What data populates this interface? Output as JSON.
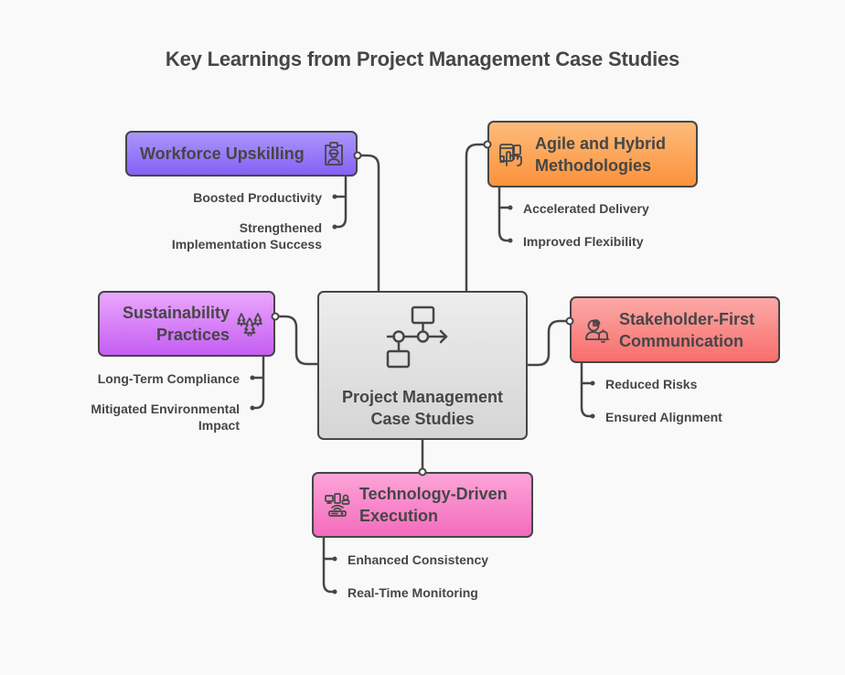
{
  "title": "Key Learnings from Project Management Case Studies",
  "center": {
    "label": "Project Management Case Studies",
    "label_line1": "Project Management",
    "label_line2": "Case Studies",
    "icon": "process-flow-icon",
    "color": "#dedede"
  },
  "branches": [
    {
      "id": "workforce",
      "label_line1": "Workforce Upskilling",
      "label_line2": "",
      "icon": "worker-badge-icon",
      "color_top": "#ab95fb",
      "color_bottom": "#8661f5",
      "items": [
        "Boosted Productivity",
        "Strengthened Implementation Success"
      ],
      "items_display": [
        [
          "Boosted Productivity"
        ],
        [
          "Strengthened",
          "Implementation Success"
        ]
      ]
    },
    {
      "id": "agile",
      "label_line1": "Agile and Hybrid",
      "label_line2": "Methodologies",
      "icon": "devices-hand-icon",
      "color_top": "#fdbb7a",
      "color_bottom": "#fb923c",
      "items": [
        "Accelerated Delivery",
        "Improved Flexibility"
      ]
    },
    {
      "id": "sustainability",
      "label_line1": "Sustainability",
      "label_line2": "Practices",
      "icon": "trees-icon",
      "color_top": "#eba7fc",
      "color_bottom": "#c45ef3",
      "items": [
        "Long-Term Compliance",
        "Mitigated Environmental Impact"
      ],
      "items_display": [
        [
          "Long-Term Compliance"
        ],
        [
          "Mitigated Environmental",
          "Impact"
        ]
      ]
    },
    {
      "id": "stakeholder",
      "label_line1": "Stakeholder-First",
      "label_line2": "Communication",
      "icon": "user-bell-icon",
      "color_top": "#fca9a7",
      "color_bottom": "#f86e6c",
      "items": [
        "Reduced Risks",
        "Ensured Alignment"
      ]
    },
    {
      "id": "technology",
      "label_line1": "Technology-Driven",
      "label_line2": "Execution",
      "icon": "network-devices-icon",
      "color_top": "#fda4d9",
      "color_bottom": "#f46cbc",
      "items": [
        "Enhanced Consistency",
        "Real-Time Monitoring"
      ]
    }
  ]
}
